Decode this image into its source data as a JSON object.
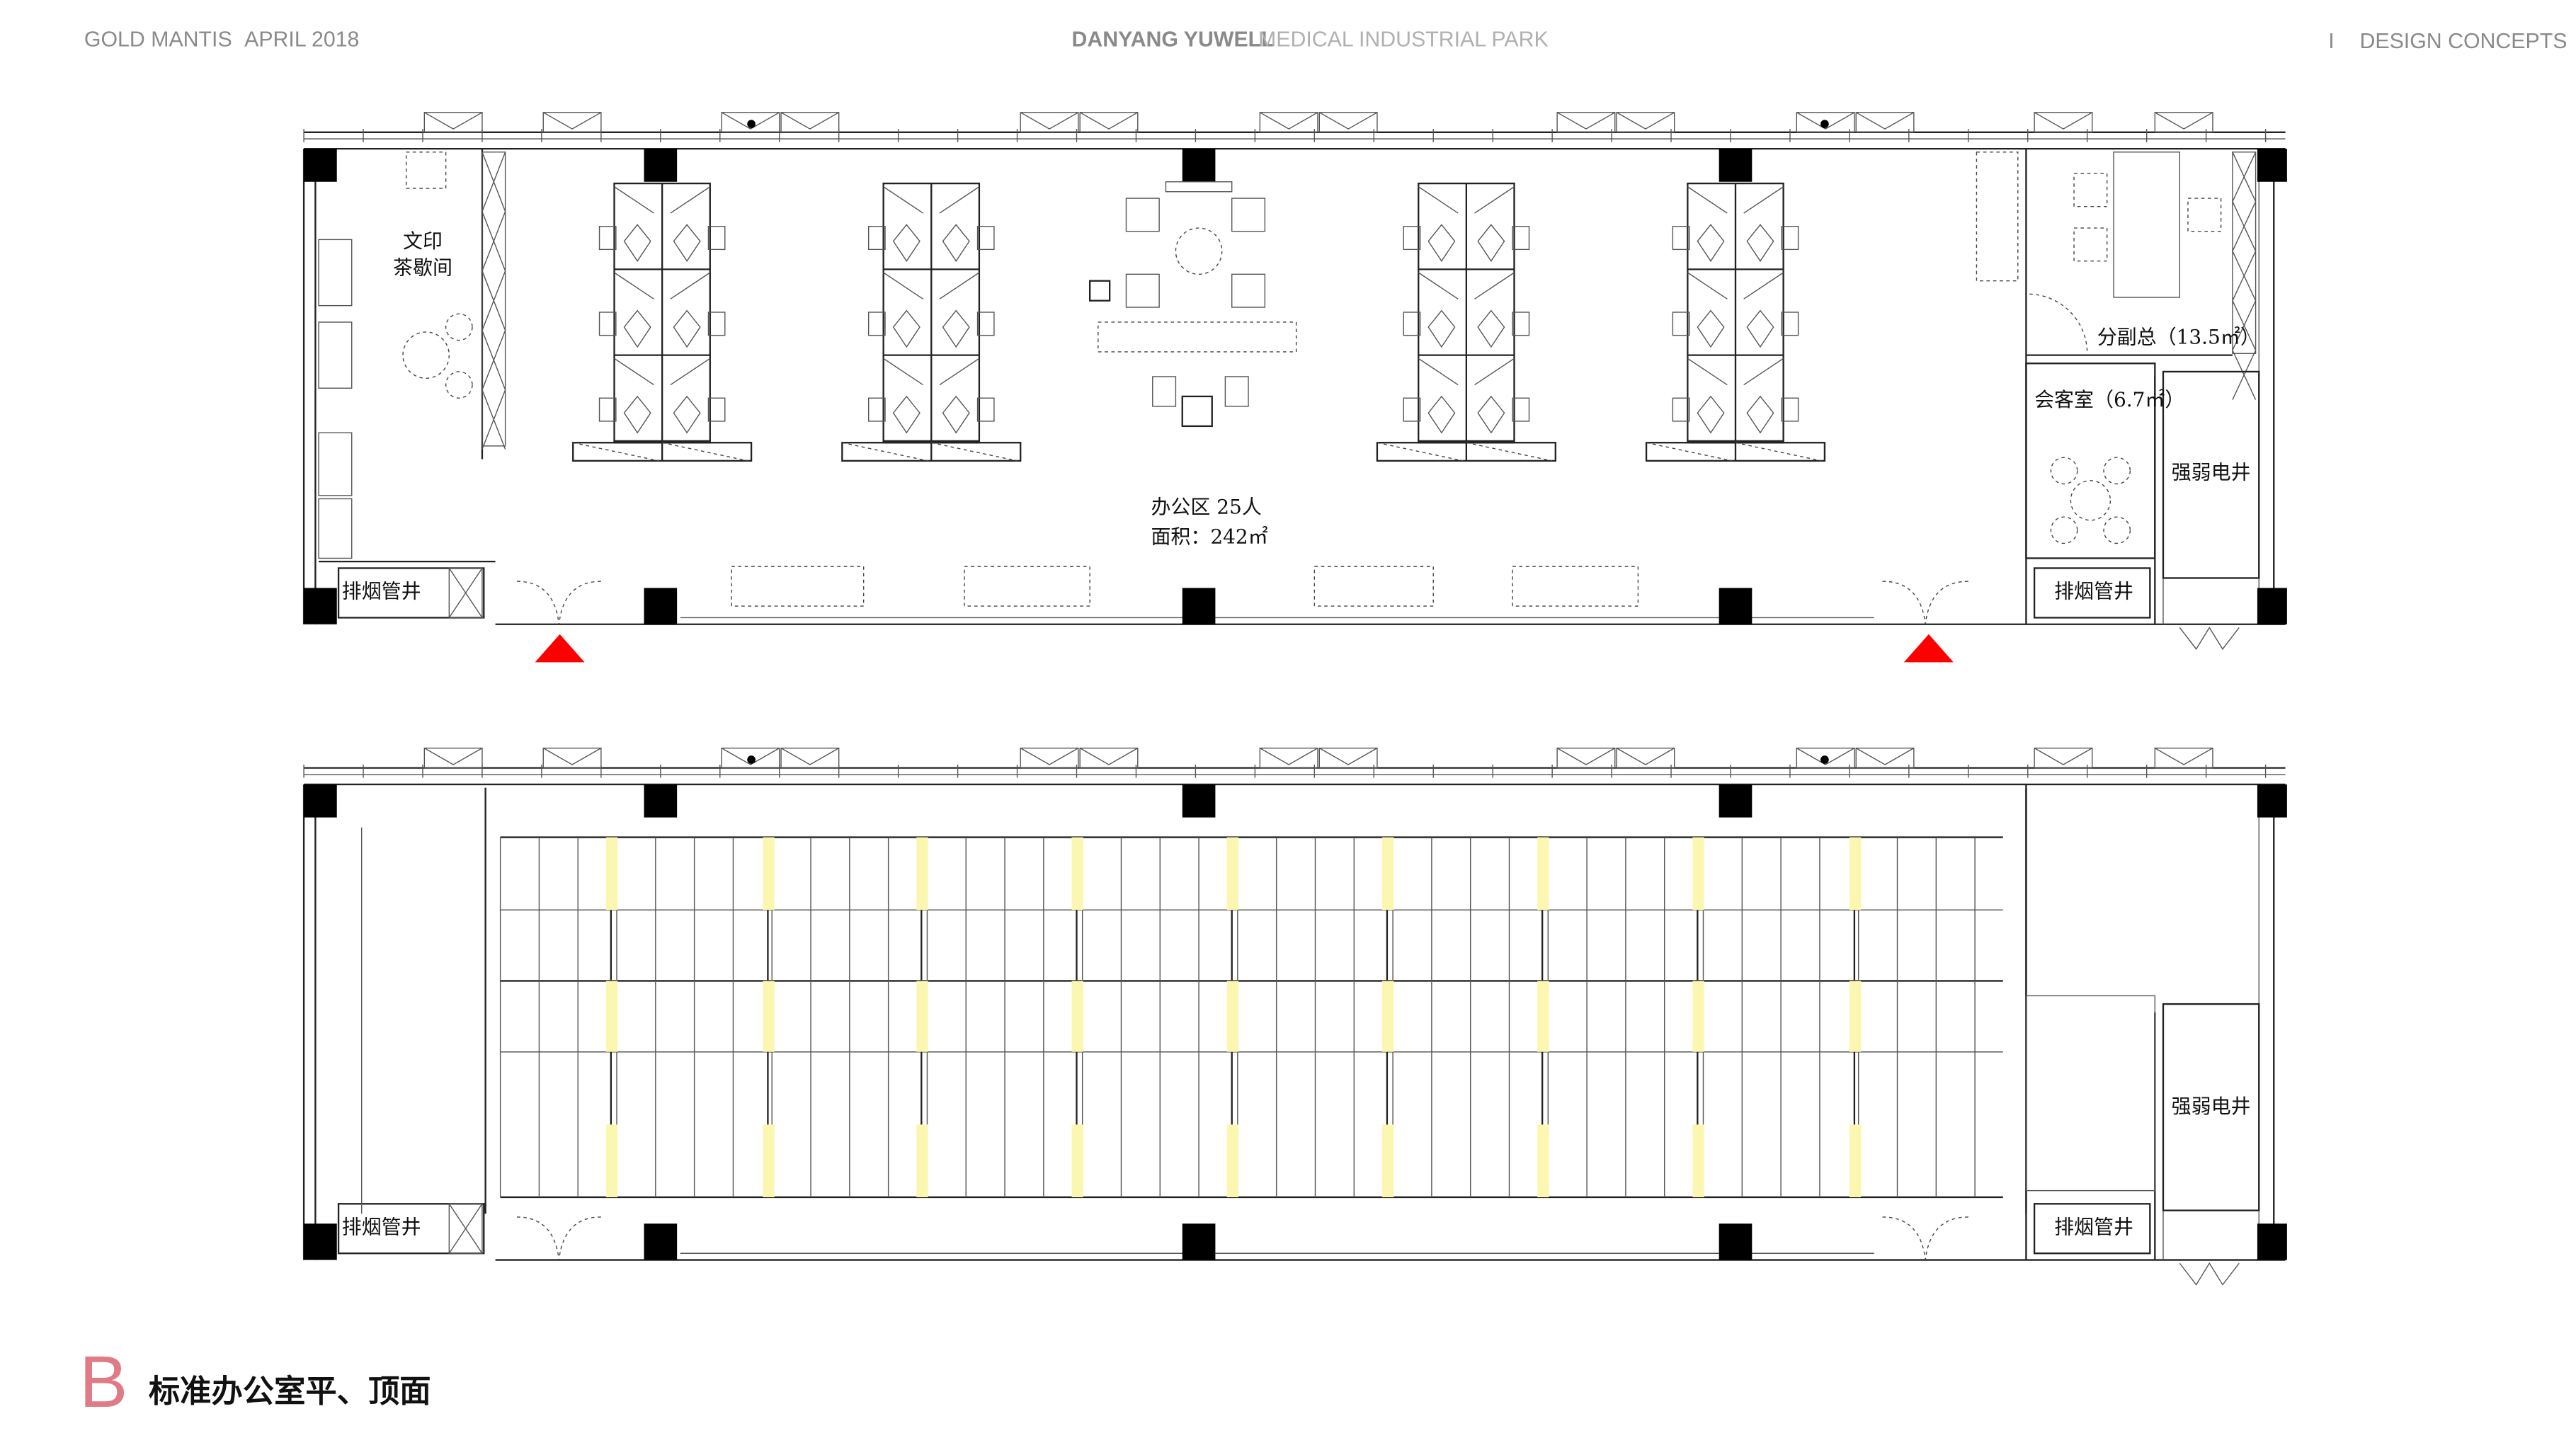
{
  "header": {
    "company": "GOLD MANTIS",
    "date": "APRIL 2018",
    "project_bold": "DANYANG YUWELL",
    "project_light": "MEDICAL INDUSTRIAL PARK",
    "divider": "I",
    "section": "DESIGN CONCEPTS"
  },
  "floor_plan": {
    "pantry_label_1": "文印",
    "pantry_label_2": "茶歇间",
    "office_label": "办公区 25人",
    "area_label": "面积：242㎡",
    "vp_office_label": "分副总（13.5㎡）",
    "reception_label": "会客室（6.7㎡）",
    "electrical_shaft_label": "强弱电井",
    "smoke_shaft_left": "排烟管井",
    "smoke_shaft_right": "排烟管井"
  },
  "ceiling_plan": {
    "electrical_shaft_label": "强弱电井",
    "smoke_shaft_left": "排烟管井",
    "smoke_shaft_right": "排烟管井"
  },
  "footer": {
    "section_letter": "B",
    "title": "标准办公室平、顶面"
  },
  "colors": {
    "accent_letter": "#e07b86",
    "entrance_marker": "#ff0000",
    "light_strip": "#fbf7b0"
  }
}
